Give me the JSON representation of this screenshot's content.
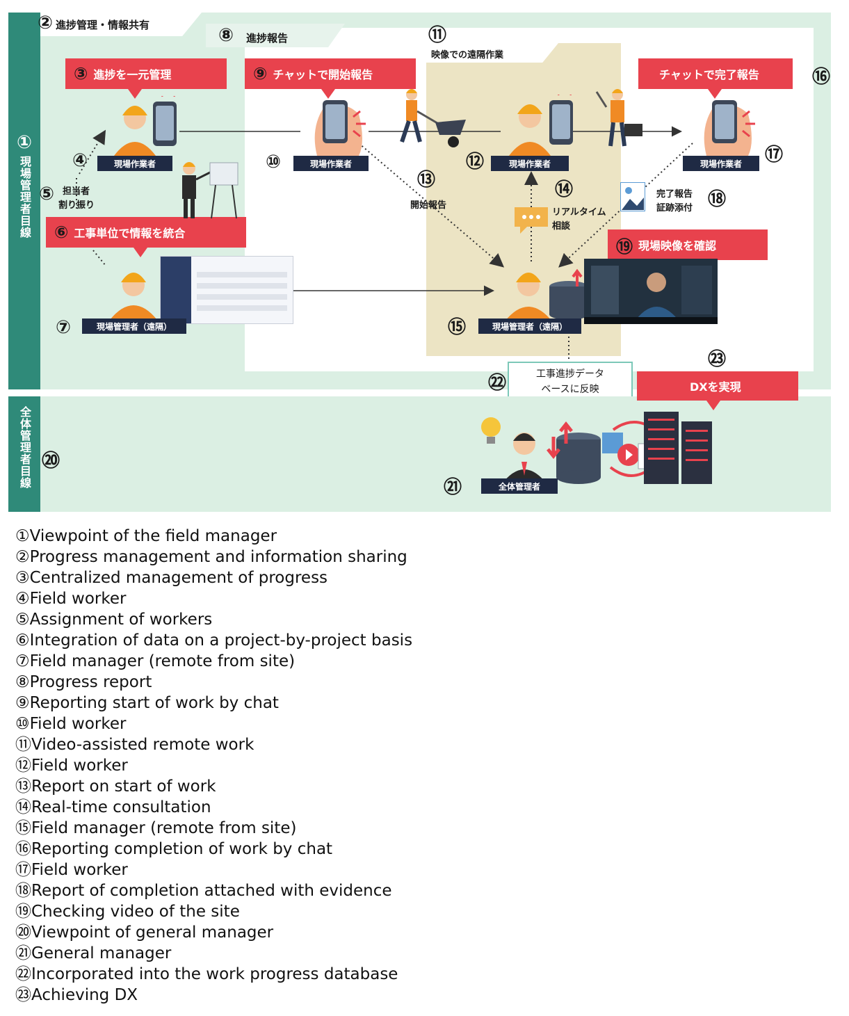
{
  "top_band": {
    "sidebar_num": "①",
    "sidebar_text": "現場管理者目線",
    "tab_num": "②",
    "tab_text": "進捗管理・情報共有",
    "progress_num": "⑧",
    "progress_text": "進捗報告",
    "video_num": "⑪",
    "video_text": "映像での遠隔作業"
  },
  "callouts": {
    "c3_num": "③",
    "c3_text": "進捗を一元管理",
    "c9_num": "⑨",
    "c9_text": "チャットで開始報告",
    "c16_text": "チャットで完了報告",
    "c6_num": "⑥",
    "c6_text": "工事単位で情報を統合",
    "c19_num": "⑲",
    "c19_text": "現場映像を確認",
    "c23_text": "DXを実現"
  },
  "tags": {
    "worker_left": "現場作業者",
    "worker_10": "現場作業者",
    "worker_12": "現場作業者",
    "worker_17": "現場作業者",
    "manager_7": "現場管理者（遠隔）",
    "manager_15": "現場管理者（遠隔）",
    "general_21": "全体管理者"
  },
  "labels": {
    "n4": "④",
    "n5": "⑤",
    "l5_line1": "担当者",
    "l5_line2": "割り振り",
    "n7": "⑦",
    "n10": "⑩",
    "n12": "⑫",
    "n13": "⑬",
    "l13": "開始報告",
    "n14": "⑭",
    "l14_line1": "リアルタイム",
    "l14_line2": "相談",
    "n15": "⑮",
    "n16": "⑯",
    "n17": "⑰",
    "n18": "⑱",
    "l18_line1": "完了報告",
    "l18_line2": "証跡添付",
    "n20": "⑳",
    "n21": "㉑",
    "n22": "㉒",
    "l22_line1": "工事進捗データ",
    "l22_line2": "ベースに反映",
    "n23": "㉓"
  },
  "bottom_band": {
    "sidebar_text": "全体管理者目線"
  },
  "legend": [
    "①Viewpoint of the field manager",
    "②Progress management and information sharing",
    "③Centralized management of progress",
    "④Field worker",
    "⑤Assignment of workers",
    "⑥Integration of data on a project-by-project basis",
    "⑦Field manager (remote from site)",
    "⑧Progress report",
    "⑨Reporting start of work by chat",
    "⑩Field worker",
    "⑪Video-assisted remote work",
    "⑫Field worker",
    "⑬Report on start of work",
    "⑭Real-time consultation",
    "⑮Field manager (remote from site)",
    "⑯Reporting completion of work by chat",
    "⑰Field worker",
    "⑱Report of completion attached with evidence",
    "⑲Checking video of the site",
    "⑳Viewpoint of general manager",
    "㉑General manager",
    "㉒Incorporated into the work progress database",
    "㉓Achieving DX"
  ],
  "colors": {
    "band": "#dbefe3",
    "sidebar": "#2f8a79",
    "callout": "#e8424d",
    "tag": "#1f2a44",
    "video_panel": "#ece4c4"
  }
}
